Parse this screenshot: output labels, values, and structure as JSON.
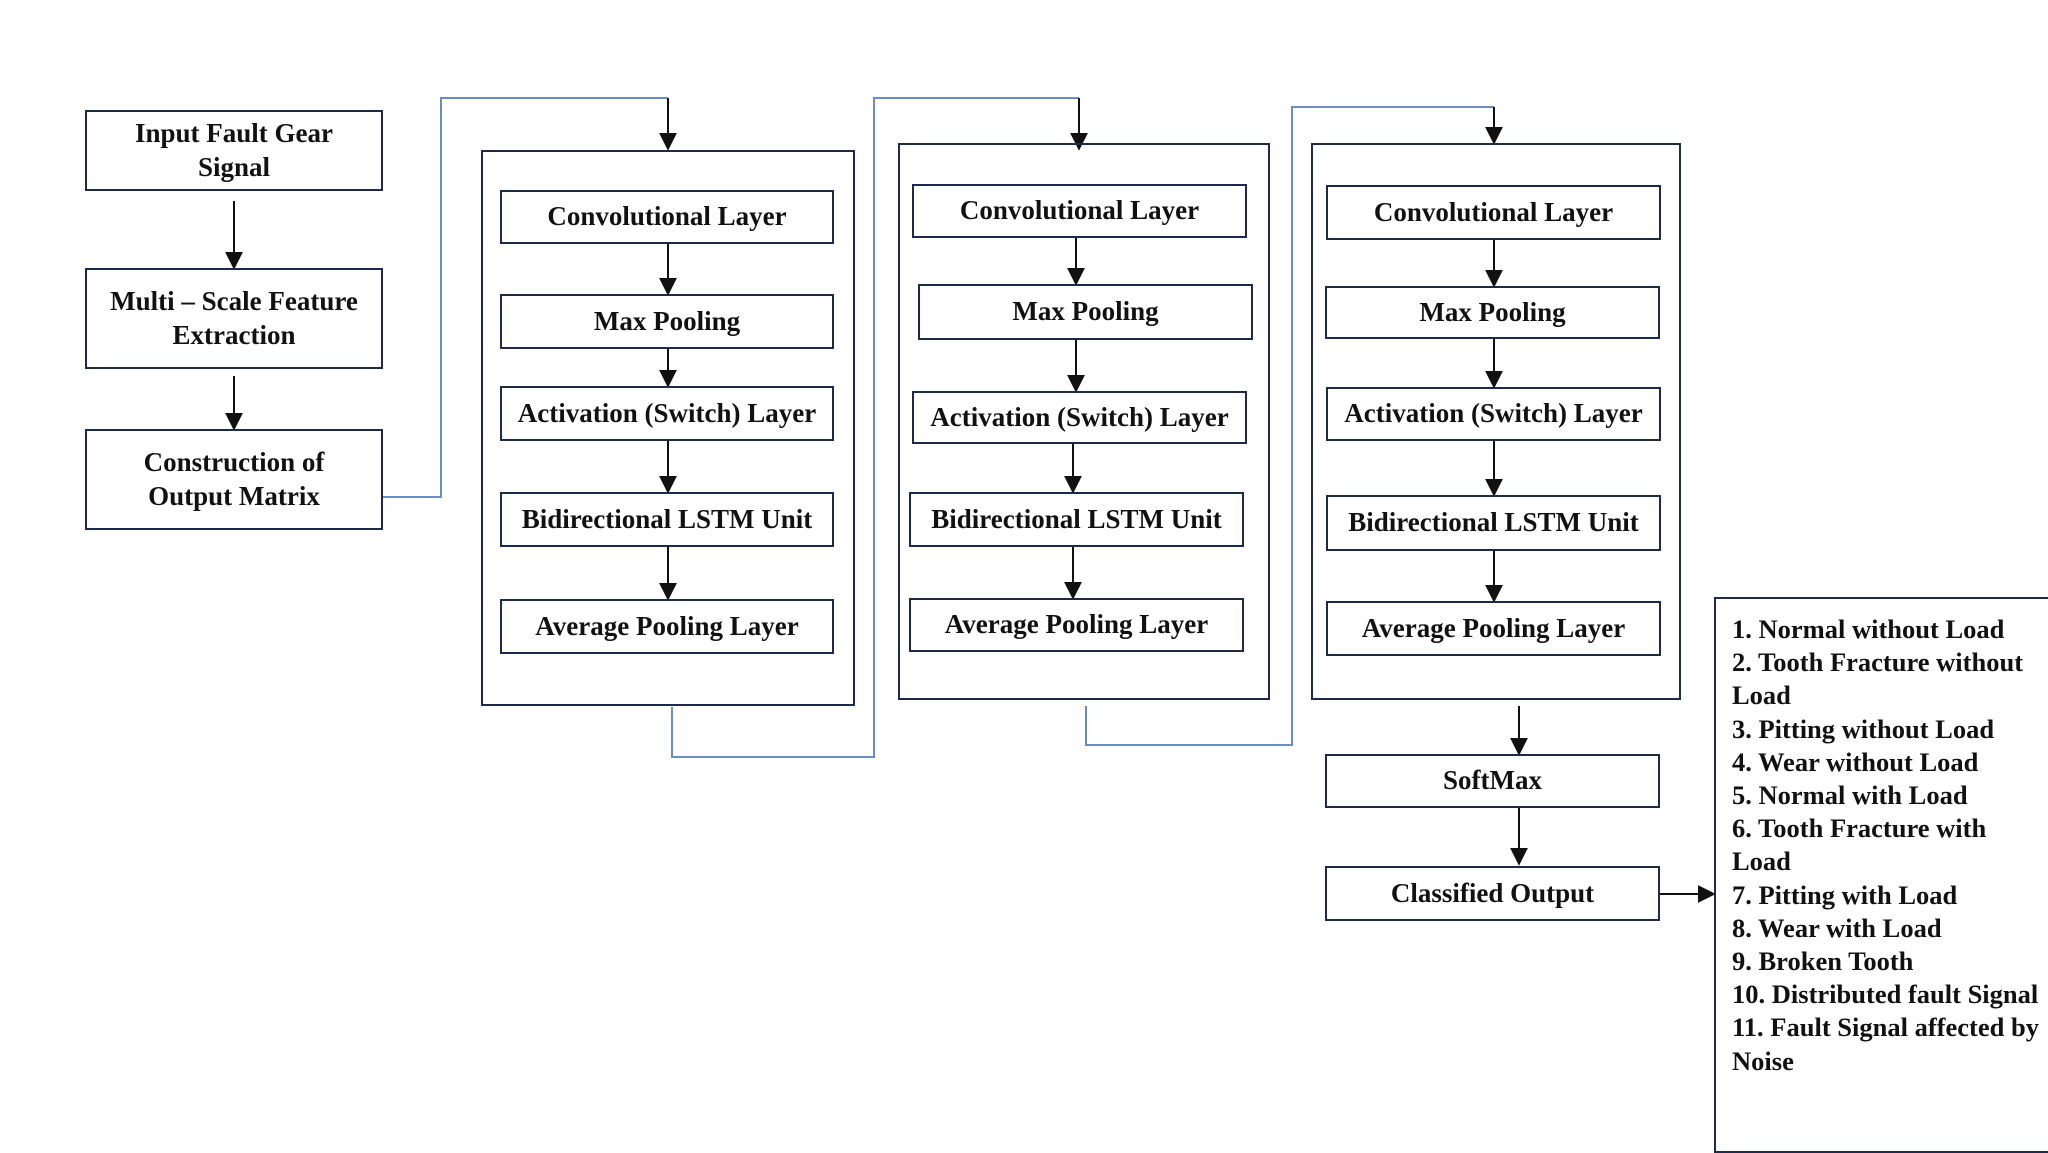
{
  "input": {
    "input_signal": "Input Fault Gear Signal",
    "feature_extraction": "Multi – Scale Feature Extraction",
    "output_matrix": "Construction of Output Matrix"
  },
  "stages": [
    {
      "layers": [
        "Convolutional Layer",
        "Max Pooling",
        "Activation (Switch) Layer",
        "Bidirectional LSTM Unit",
        "Average Pooling Layer"
      ]
    },
    {
      "layers": [
        "Convolutional Layer",
        "Max Pooling",
        "Activation (Switch) Layer",
        "Bidirectional LSTM Unit",
        "Average Pooling Layer"
      ]
    },
    {
      "layers": [
        "Convolutional Layer",
        "Max Pooling",
        "Activation (Switch) Layer",
        "Bidirectional LSTM Unit",
        "Average Pooling Layer"
      ]
    }
  ],
  "output": {
    "softmax": "SoftMax",
    "classified": "Classified Output"
  },
  "classes": [
    "1. Normal without Load",
    "2. Tooth Fracture without Load",
    "3. Pitting without Load",
    "4. Wear without Load",
    "5. Normal with Load",
    "6. Tooth Fracture with Load",
    "7. Pitting with Load",
    "8. Wear with Load",
    "9. Broken Tooth",
    "10. Distributed fault Signal",
    "11. Fault Signal affected by Noise"
  ],
  "colors": {
    "box_border": "#1e2a4a",
    "connector": "#6b8cc4",
    "arrow": "#111111"
  }
}
